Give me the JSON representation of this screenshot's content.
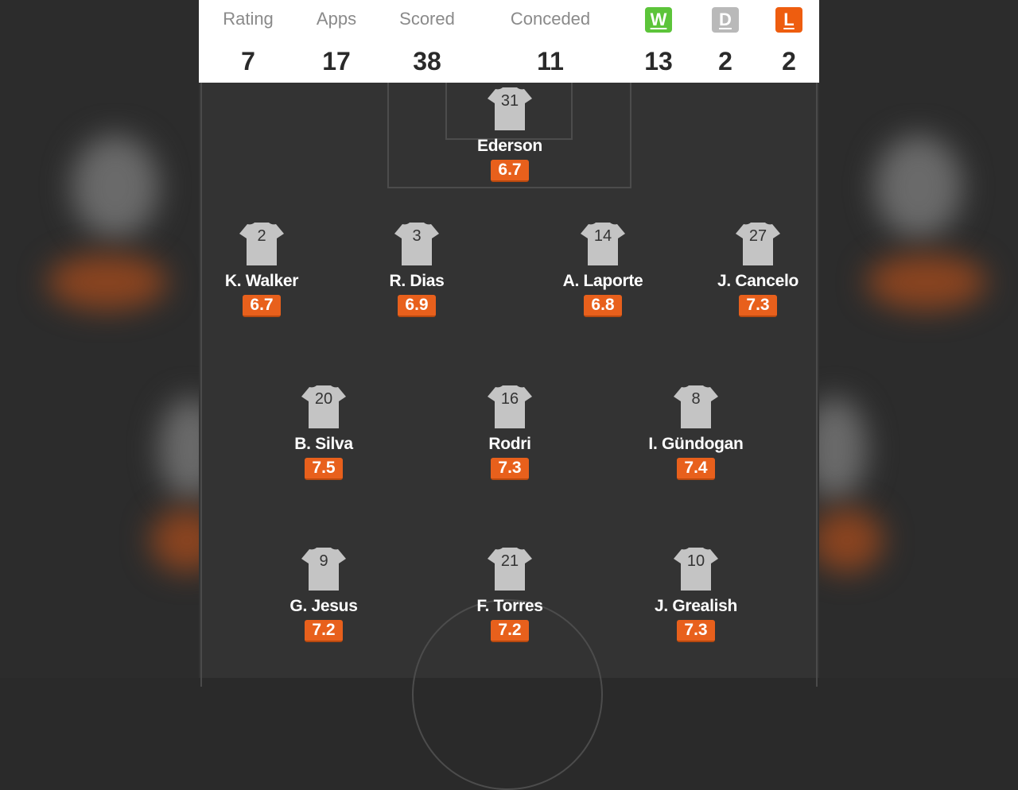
{
  "stats": {
    "rating": {
      "label": "Rating",
      "value": "7"
    },
    "apps": {
      "label": "Apps",
      "value": "17"
    },
    "scored": {
      "label": "Scored",
      "value": "38"
    },
    "conceded": {
      "label": "Conceded",
      "value": "11"
    },
    "wins": {
      "label": "W",
      "value": "13",
      "color": "#5cc43a"
    },
    "draws": {
      "label": "D",
      "value": "2",
      "color": "#b9b9b9"
    },
    "losses": {
      "label": "L",
      "value": "2",
      "color": "#ee5d0f"
    }
  },
  "players": [
    {
      "number": "31",
      "name": "Ederson",
      "rating": "6.7"
    },
    {
      "number": "2",
      "name": "K. Walker",
      "rating": "6.7"
    },
    {
      "number": "3",
      "name": "R. Dias",
      "rating": "6.9"
    },
    {
      "number": "14",
      "name": "A. Laporte",
      "rating": "6.8"
    },
    {
      "number": "27",
      "name": "J. Cancelo",
      "rating": "7.3"
    },
    {
      "number": "20",
      "name": "B. Silva",
      "rating": "7.5"
    },
    {
      "number": "16",
      "name": "Rodri",
      "rating": "7.3"
    },
    {
      "number": "8",
      "name": "I. Gündogan",
      "rating": "7.4"
    },
    {
      "number": "9",
      "name": "G. Jesus",
      "rating": "7.2"
    },
    {
      "number": "21",
      "name": "F. Torres",
      "rating": "7.2"
    },
    {
      "number": "10",
      "name": "J. Grealish",
      "rating": "7.3"
    }
  ],
  "colors": {
    "rating_badge": "#e8601c",
    "shirt": "#c4c4c4",
    "pitch": "#333333"
  },
  "icons": {
    "shirt": "football-shirt-icon"
  }
}
